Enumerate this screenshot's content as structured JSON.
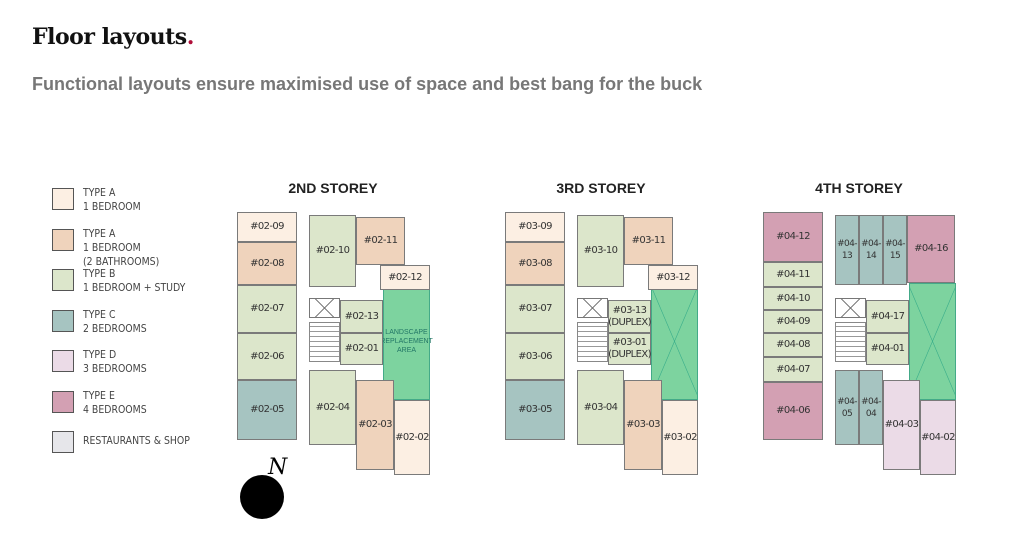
{
  "header": {
    "title": "Floor layouts",
    "title_dot": ".",
    "subtitle": "Functional layouts ensure maximised use of space and best bang for the buck"
  },
  "colors": {
    "A": "#fcefe3",
    "A2": "#efd3bc",
    "B": "#dce6cb",
    "C": "#a6c4c1",
    "D": "#ebdbe7",
    "E": "#d3a0b3",
    "R": "#e6e6ea",
    "landscape": "#7dd39f",
    "accent": "#b0103a"
  },
  "legend": [
    {
      "type": "A",
      "line1": "TYPE A",
      "line2": "1 BEDROOM",
      "line3": ""
    },
    {
      "type": "A2",
      "line1": "TYPE A",
      "line2": "1 BEDROOM",
      "line3": "(2 BATHROOMS)"
    },
    {
      "type": "B",
      "line1": "TYPE B",
      "line2": "1 BEDROOM + STUDY",
      "line3": ""
    },
    {
      "type": "C",
      "line1": "TYPE C",
      "line2": "2 BEDROOMS",
      "line3": ""
    },
    {
      "type": "D",
      "line1": "TYPE D",
      "line2": "3 BEDROOMS",
      "line3": ""
    },
    {
      "type": "E",
      "line1": "TYPE E",
      "line2": "4 BEDROOMS",
      "line3": ""
    },
    {
      "type": "R",
      "line1": "RESTAURANTS & SHOP",
      "line2": "",
      "line3": ""
    }
  ],
  "storeys": [
    {
      "title": "2ND STOREY",
      "landscape_label": "LANDSCAPE REPLACEMENT AREA",
      "units": [
        {
          "id": "#02-09",
          "type": "A"
        },
        {
          "id": "#02-08",
          "type": "A2"
        },
        {
          "id": "#02-07",
          "type": "B"
        },
        {
          "id": "#02-06",
          "type": "B"
        },
        {
          "id": "#02-05",
          "type": "C"
        },
        {
          "id": "#02-10",
          "type": "B"
        },
        {
          "id": "#02-11",
          "type": "A2"
        },
        {
          "id": "#02-12",
          "type": "A"
        },
        {
          "id": "#02-13",
          "type": "B"
        },
        {
          "id": "#02-01",
          "type": "B"
        },
        {
          "id": "#02-04",
          "type": "B"
        },
        {
          "id": "#02-03",
          "type": "A2"
        },
        {
          "id": "#02-02",
          "type": "A"
        }
      ]
    },
    {
      "title": "3RD STOREY",
      "landscape_label": "",
      "units": [
        {
          "id": "#03-09",
          "type": "A"
        },
        {
          "id": "#03-08",
          "type": "A2"
        },
        {
          "id": "#03-07",
          "type": "B"
        },
        {
          "id": "#03-06",
          "type": "B"
        },
        {
          "id": "#03-05",
          "type": "C"
        },
        {
          "id": "#03-10",
          "type": "B"
        },
        {
          "id": "#03-11",
          "type": "A2"
        },
        {
          "id": "#03-12",
          "type": "A"
        },
        {
          "id": "#03-13 (DUPLEX)",
          "type": "B"
        },
        {
          "id": "#03-01 (DUPLEX)",
          "type": "B"
        },
        {
          "id": "#03-04",
          "type": "B"
        },
        {
          "id": "#03-03",
          "type": "A2"
        },
        {
          "id": "#03-02",
          "type": "A"
        }
      ]
    },
    {
      "title": "4TH STOREY",
      "landscape_label": "",
      "units": [
        {
          "id": "#04-12",
          "type": "E"
        },
        {
          "id": "#04-11",
          "type": "B"
        },
        {
          "id": "#04-10",
          "type": "B"
        },
        {
          "id": "#04-09",
          "type": "B"
        },
        {
          "id": "#04-08",
          "type": "B"
        },
        {
          "id": "#04-07",
          "type": "B"
        },
        {
          "id": "#04-06",
          "type": "E"
        },
        {
          "id": "#04-13",
          "type": "C"
        },
        {
          "id": "#04-14",
          "type": "C"
        },
        {
          "id": "#04-15",
          "type": "C"
        },
        {
          "id": "#04-16",
          "type": "E"
        },
        {
          "id": "#04-17",
          "type": "B"
        },
        {
          "id": "#04-01",
          "type": "B"
        },
        {
          "id": "#04-05",
          "type": "C"
        },
        {
          "id": "#04-04",
          "type": "C"
        },
        {
          "id": "#04-03",
          "type": "D"
        },
        {
          "id": "#04-02",
          "type": "D"
        }
      ]
    }
  ],
  "compass": {
    "label": "N"
  }
}
